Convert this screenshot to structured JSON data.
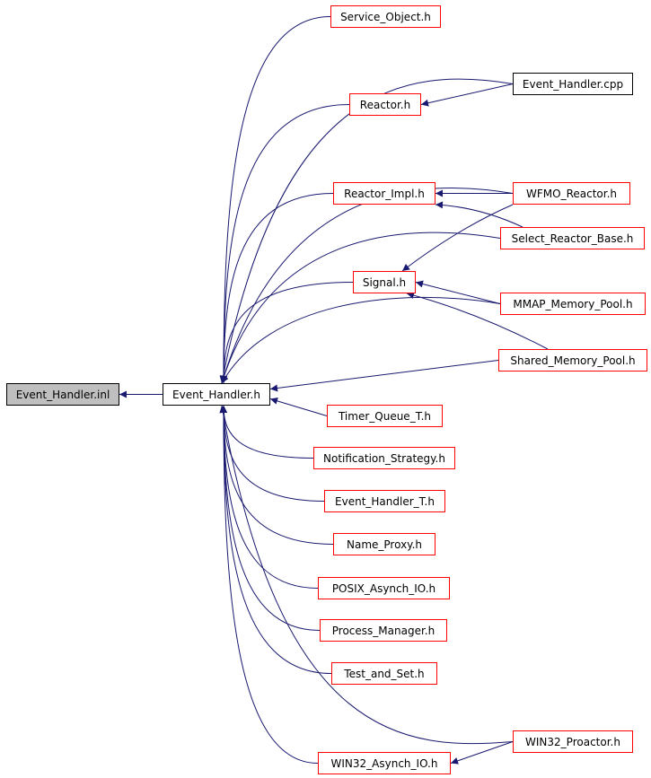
{
  "colors": {
    "edge": "#191970",
    "link_border": "#ff0000",
    "plain_border": "#000000",
    "root_fill": "#bfbfbf"
  },
  "nodes": {
    "event_handler_inl": "Event_Handler.inl",
    "event_handler_h": "Event_Handler.h",
    "service_object_h": "Service_Object.h",
    "event_handler_cpp": "Event_Handler.cpp",
    "reactor_h": "Reactor.h",
    "reactor_impl_h": "Reactor_Impl.h",
    "wfmo_reactor_h": "WFMO_Reactor.h",
    "select_reactor_base_h": "Select_Reactor_Base.h",
    "signal_h": "Signal.h",
    "mmap_memory_pool_h": "MMAP_Memory_Pool.h",
    "shared_memory_pool_h": "Shared_Memory_Pool.h",
    "timer_queue_t_h": "Timer_Queue_T.h",
    "notification_strategy_h": "Notification_Strategy.h",
    "event_handler_t_h": "Event_Handler_T.h",
    "name_proxy_h": "Name_Proxy.h",
    "posix_asynch_io_h": "POSIX_Asynch_IO.h",
    "process_manager_h": "Process_Manager.h",
    "test_and_set_h": "Test_and_Set.h",
    "win32_proactor_h": "WIN32_Proactor.h",
    "win32_asynch_io_h": "WIN32_Asynch_IO.h"
  },
  "edges": [
    [
      "event_handler_h",
      "event_handler_inl"
    ],
    [
      "service_object_h",
      "event_handler_h"
    ],
    [
      "event_handler_cpp",
      "event_handler_h"
    ],
    [
      "reactor_h",
      "event_handler_h"
    ],
    [
      "event_handler_cpp",
      "reactor_h"
    ],
    [
      "wfmo_reactor_h",
      "event_handler_h"
    ],
    [
      "reactor_impl_h",
      "event_handler_h"
    ],
    [
      "wfmo_reactor_h",
      "reactor_impl_h"
    ],
    [
      "select_reactor_base_h",
      "reactor_impl_h"
    ],
    [
      "select_reactor_base_h",
      "event_handler_h"
    ],
    [
      "wfmo_reactor_h",
      "signal_h"
    ],
    [
      "signal_h",
      "event_handler_h"
    ],
    [
      "mmap_memory_pool_h",
      "signal_h"
    ],
    [
      "shared_memory_pool_h",
      "signal_h"
    ],
    [
      "mmap_memory_pool_h",
      "event_handler_h"
    ],
    [
      "shared_memory_pool_h",
      "event_handler_h"
    ],
    [
      "timer_queue_t_h",
      "event_handler_h"
    ],
    [
      "notification_strategy_h",
      "event_handler_h"
    ],
    [
      "event_handler_t_h",
      "event_handler_h"
    ],
    [
      "name_proxy_h",
      "event_handler_h"
    ],
    [
      "posix_asynch_io_h",
      "event_handler_h"
    ],
    [
      "process_manager_h",
      "event_handler_h"
    ],
    [
      "test_and_set_h",
      "event_handler_h"
    ],
    [
      "win32_proactor_h",
      "event_handler_h"
    ],
    [
      "win32_asynch_io_h",
      "event_handler_h"
    ],
    [
      "win32_proactor_h",
      "win32_asynch_io_h"
    ]
  ]
}
